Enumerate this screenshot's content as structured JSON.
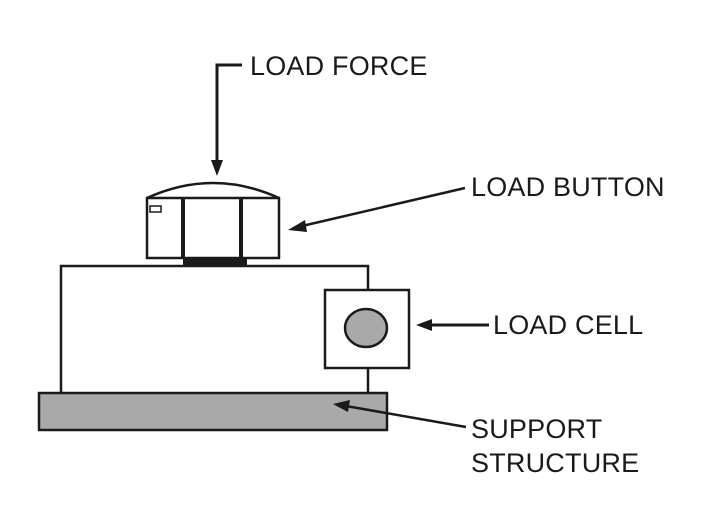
{
  "labels": {
    "load_force": "LOAD FORCE",
    "load_button": "LOAD BUTTON",
    "load_cell": "LOAD CELL",
    "support_structure_line1": "SUPPORT",
    "support_structure_line2": "STRUCTURE"
  },
  "colors": {
    "line": "#1a1a1a",
    "support_fill": "#a9a9a9",
    "cell_disc_fill": "#a9a9a9",
    "background": "#ffffff"
  }
}
